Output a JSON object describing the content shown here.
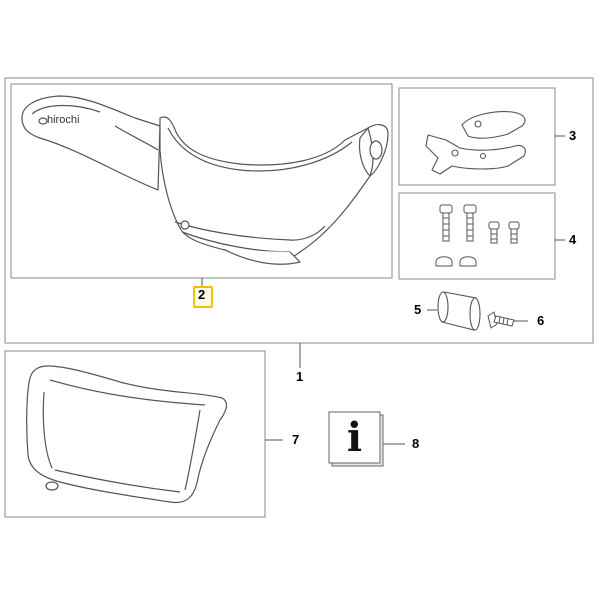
{
  "watermark": "hirochi",
  "callouts": {
    "c1": "1",
    "c2": "2",
    "c3": "3",
    "c4": "4",
    "c5": "5",
    "c6": "6",
    "c7": "7",
    "c8": "8"
  },
  "info_glyph": "i",
  "colors": {
    "line": "#555555",
    "frame": "#888888",
    "highlight": "#f2c200"
  }
}
